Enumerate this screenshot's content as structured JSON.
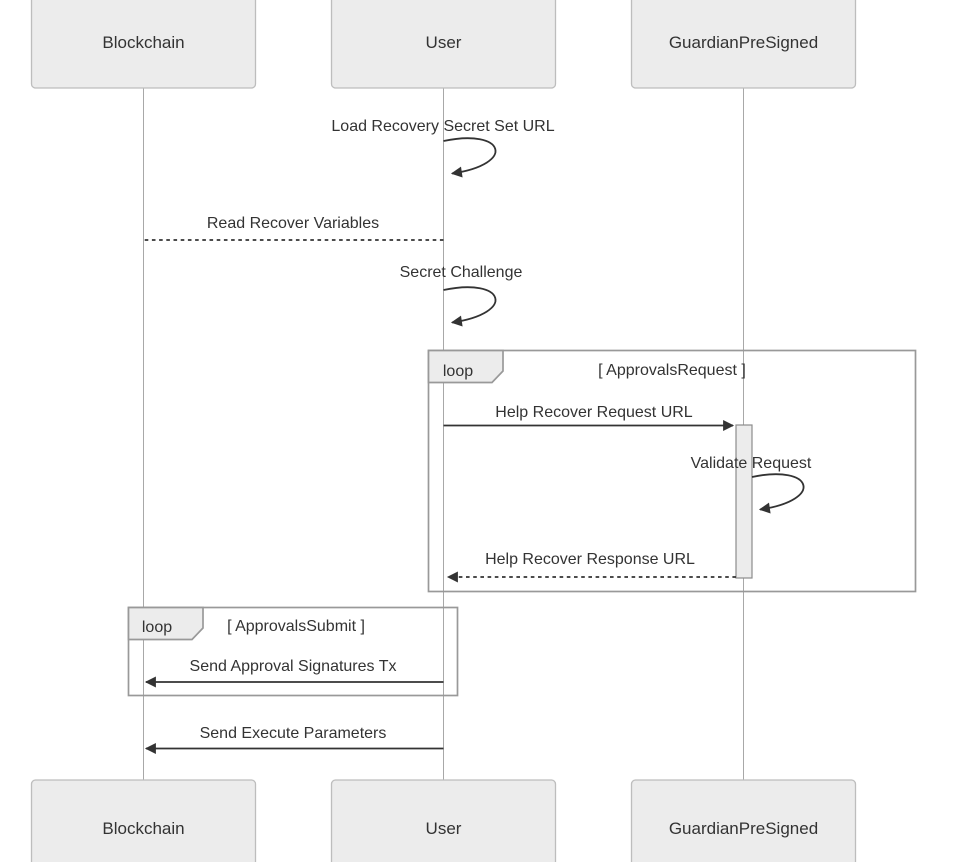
{
  "diagram_type": "sequence-diagram",
  "actors": [
    {
      "name": "Blockchain"
    },
    {
      "name": "User"
    },
    {
      "name": "GuardianPreSigned"
    }
  ],
  "messages": [
    {
      "label": "Load Recovery Secret Set URL",
      "from": "User",
      "to": "User",
      "style": "self-solid-arrow"
    },
    {
      "label": "Read Recover Variables",
      "from": "User",
      "to": "Blockchain",
      "style": "dashed-no-arrow"
    },
    {
      "label": "Secret Challenge",
      "from": "User",
      "to": "User",
      "style": "self-solid-arrow"
    },
    {
      "label": "Help Recover Request URL",
      "from": "User",
      "to": "GuardianPreSigned",
      "style": "solid-arrow"
    },
    {
      "label": "Validate Request",
      "from": "GuardianPreSigned",
      "to": "GuardianPreSigned",
      "style": "self-solid-arrow"
    },
    {
      "label": "Help Recover Response URL",
      "from": "GuardianPreSigned",
      "to": "User",
      "style": "dashed-arrow"
    },
    {
      "label": "Send Approval Signatures Tx",
      "from": "User",
      "to": "Blockchain",
      "style": "solid-arrow"
    },
    {
      "label": "Send Execute Parameters",
      "from": "User",
      "to": "Blockchain",
      "style": "solid-arrow"
    }
  ],
  "loops": [
    {
      "keyword": "loop",
      "condition": "[ ApprovalsRequest ]",
      "contains": [
        "Help Recover Request URL",
        "Validate Request",
        "Help Recover Response URL"
      ]
    },
    {
      "keyword": "loop",
      "condition": "[ ApprovalsSubmit ]",
      "contains": [
        "Send Approval Signatures Tx"
      ]
    }
  ],
  "colors": {
    "background": "#ffffff",
    "actor_fill": "#ececec",
    "actor_border": "#bdbdbd",
    "loop_border": "#999999",
    "message_line": "#333333",
    "lifeline": "#a8a8a8",
    "text": "#333333"
  }
}
